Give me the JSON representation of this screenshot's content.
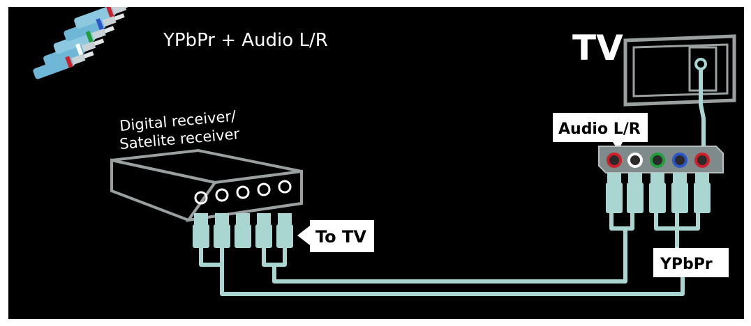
{
  "header": {
    "title": "YPbPr + Audio L/R"
  },
  "tv": {
    "label": "TV"
  },
  "receiver": {
    "label_line1": "Digital receiver/",
    "label_line2": "Satelite receiver"
  },
  "labels": {
    "to_tv": "To TV",
    "audio_lr": "Audio L/R",
    "ypbpr": "YPbPr"
  },
  "colors": {
    "background": "#000000",
    "cable": "#a9d6d0",
    "device_outline": "#9aa0a0",
    "jack_red": "#d11f2a",
    "jack_white": "#ffffff",
    "jack_green": "#1f9e3a",
    "jack_blue": "#2a56c9"
  },
  "icons": [
    "rca-plugs-icon",
    "tv-icon",
    "receiver-box-icon",
    "connector-panel-icon"
  ]
}
